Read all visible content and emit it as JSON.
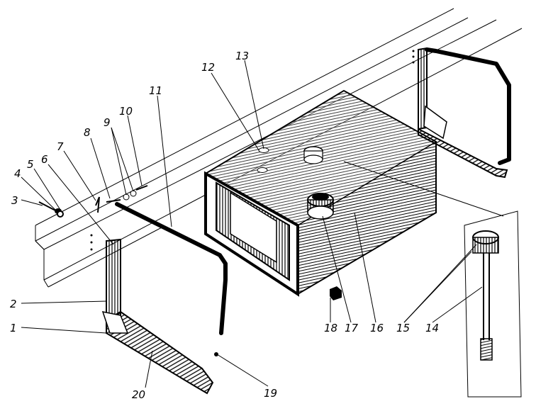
{
  "callouts": [
    {
      "id": "c1",
      "text": "1"
    },
    {
      "id": "c2",
      "text": "2"
    },
    {
      "id": "c3",
      "text": "3"
    },
    {
      "id": "c4",
      "text": "4"
    },
    {
      "id": "c5",
      "text": "5"
    },
    {
      "id": "c6",
      "text": "6"
    },
    {
      "id": "c7",
      "text": "7"
    },
    {
      "id": "c8",
      "text": "8"
    },
    {
      "id": "c9",
      "text": "9"
    },
    {
      "id": "c10",
      "text": "10"
    },
    {
      "id": "c11",
      "text": "11"
    },
    {
      "id": "c12",
      "text": "12"
    },
    {
      "id": "c13",
      "text": "13"
    },
    {
      "id": "c14",
      "text": "14"
    },
    {
      "id": "c15",
      "text": "15"
    },
    {
      "id": "c16",
      "text": "16"
    },
    {
      "id": "c17",
      "text": "17"
    },
    {
      "id": "c18",
      "text": "18"
    },
    {
      "id": "c19",
      "text": "19"
    },
    {
      "id": "c20",
      "text": "20"
    }
  ]
}
